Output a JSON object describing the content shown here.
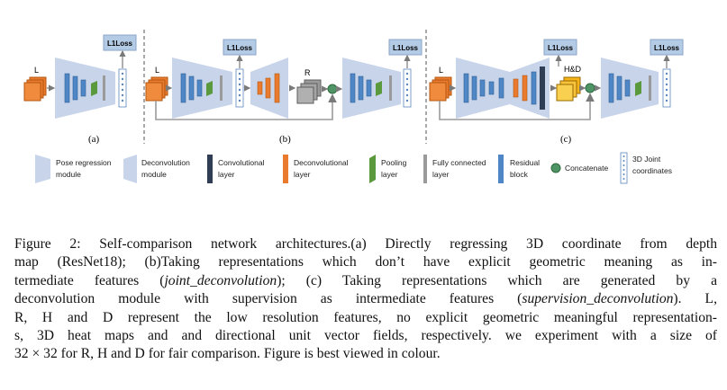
{
  "figure": {
    "loss_label": "L1Loss",
    "feature_labels": {
      "L": "L",
      "R": "R",
      "HD": "H&D"
    },
    "panel_labels": [
      "(a)",
      "(b)",
      "(c)"
    ]
  },
  "legend": [
    {
      "label_lines": [
        "Pose regression",
        "module"
      ],
      "icon": "trapezoid-icon"
    },
    {
      "label_lines": [
        "Deconvolution",
        "module"
      ],
      "icon": "inverse-trapezoid-icon"
    },
    {
      "label_lines": [
        "Convolutional",
        "layer"
      ],
      "icon": "dark-bar-icon"
    },
    {
      "label_lines": [
        "Deconvolutional",
        "layer"
      ],
      "icon": "orange-bar-icon"
    },
    {
      "label_lines": [
        "Pooling",
        "layer"
      ],
      "icon": "green-parallelogram-icon"
    },
    {
      "label_lines": [
        "Fully connected",
        "layer"
      ],
      "icon": "gray-bar-icon"
    },
    {
      "label_lines": [
        "Residual",
        "block"
      ],
      "icon": "blue-bar-icon"
    },
    {
      "label_lines": [
        "Concatenate"
      ],
      "icon": "green-circle-icon"
    },
    {
      "label_lines": [
        "3D Joint",
        "coordinates"
      ],
      "icon": "dotted-column-icon"
    }
  ],
  "colors": {
    "module_fill": "#c8d4ea",
    "loss_fill": "#b4cbe6",
    "residual_blue": "#4f87c6",
    "orange": "#ea7a2d",
    "dark_navy": "#2f3e55",
    "gray": "#9a9a9a",
    "green": "#5a9a3c",
    "concat_green": "#4f9464",
    "yellow": "#f5b41a"
  },
  "caption": {
    "prefix": "Figure 2: Self-comparison network architectures.(a) Directly regressing 3D coordinate from depth",
    "line2": "map (ResNet18); (b)Taking representations which don’t have explicit geometric meaning as in-",
    "line3_pre": "termediate features (",
    "line3_em": "joint_deconvolution",
    "line3_post": "); (c) Taking representations which are generated by a",
    "line4_pre": "deconvolution module with supervision as intermediate features (",
    "line4_em": "supervision_deconvolution",
    "line4_post": ").  L,",
    "line5": "R, H and D represent the low resolution features, no explicit geometric meaningful representation-",
    "line6": "s, 3D heat maps and and directional unit vector fields, respectively. we experiment with a size of",
    "line7_pre": "32 × 32 for R, H and D for fair comparison. Figure is best viewed in colour."
  }
}
